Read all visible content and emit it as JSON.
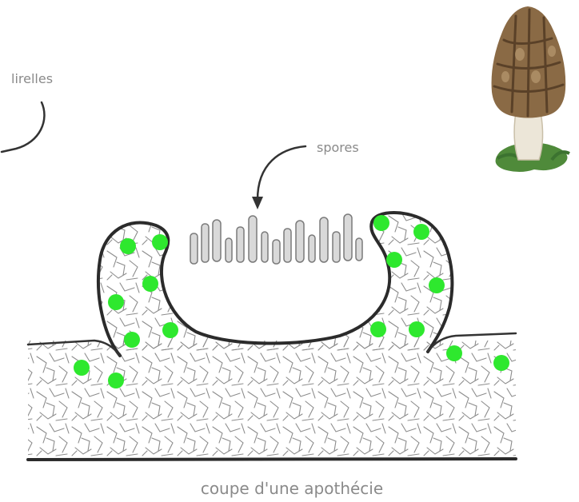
{
  "labels": {
    "lirelles": "lirelles",
    "spores": "spores",
    "caption": "coupe d'une apothécie"
  },
  "colors": {
    "algae": "#2ee82e",
    "outline": "#2b2b2b",
    "hyphae": "#8c8c8c",
    "text": "#8a8a8a"
  },
  "icons": {
    "morel": "morel-mushroom-image"
  }
}
